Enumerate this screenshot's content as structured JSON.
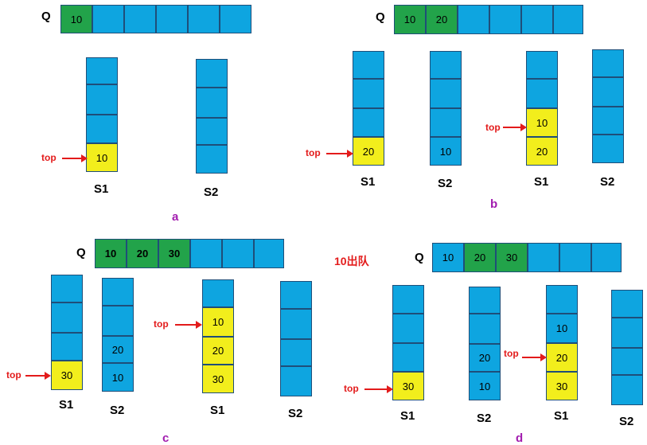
{
  "labels": {
    "queue": "Q",
    "stack1": "S1",
    "stack2": "S2",
    "top": "top",
    "dequeue_note": "10出队"
  },
  "panels": [
    {
      "caption": "a",
      "queue": [
        "10",
        "",
        "",
        "",
        "",
        ""
      ],
      "queue_colors": [
        "green",
        "blue",
        "blue",
        "blue",
        "blue",
        "blue"
      ],
      "stacks": [
        {
          "name": "S1",
          "cells": [
            "",
            "",
            "",
            "10"
          ],
          "colors": [
            "blue",
            "blue",
            "blue",
            "yellow"
          ],
          "top_index": 3
        },
        {
          "name": "S2",
          "cells": [
            "",
            "",
            "",
            ""
          ],
          "colors": [
            "blue",
            "blue",
            "blue",
            "blue"
          ],
          "top_index": null
        }
      ]
    },
    {
      "caption": "b",
      "queue": [
        "10",
        "20",
        "",
        "",
        "",
        ""
      ],
      "queue_colors": [
        "green",
        "green",
        "blue",
        "blue",
        "blue",
        "blue"
      ],
      "stacks": [
        {
          "name": "S1",
          "cells": [
            "",
            "",
            "",
            "20"
          ],
          "colors": [
            "blue",
            "blue",
            "blue",
            "yellow"
          ],
          "top_index": 3
        },
        {
          "name": "S2",
          "cells": [
            "",
            "",
            "",
            "10"
          ],
          "colors": [
            "blue",
            "blue",
            "blue",
            "blue"
          ],
          "top_index": null
        },
        {
          "name": "S1",
          "cells": [
            "",
            "",
            "10",
            "20"
          ],
          "colors": [
            "blue",
            "blue",
            "yellow",
            "yellow"
          ],
          "top_index": 2
        },
        {
          "name": "S2",
          "cells": [
            "",
            "",
            "",
            ""
          ],
          "colors": [
            "blue",
            "blue",
            "blue",
            "blue"
          ],
          "top_index": null
        }
      ]
    },
    {
      "caption": "c",
      "queue": [
        "10",
        "20",
        "30",
        "",
        "",
        ""
      ],
      "queue_colors": [
        "green",
        "green",
        "green",
        "blue",
        "blue",
        "blue"
      ],
      "stacks": [
        {
          "name": "S1",
          "cells": [
            "",
            "",
            "",
            "30"
          ],
          "colors": [
            "blue",
            "blue",
            "blue",
            "yellow"
          ],
          "top_index": 3
        },
        {
          "name": "S2",
          "cells": [
            "",
            "",
            "20",
            "10"
          ],
          "colors": [
            "blue",
            "blue",
            "blue",
            "blue"
          ],
          "top_index": null
        },
        {
          "name": "S1",
          "cells": [
            "",
            "10",
            "20",
            "30"
          ],
          "colors": [
            "blue",
            "yellow",
            "yellow",
            "yellow"
          ],
          "top_index": 1
        },
        {
          "name": "S2",
          "cells": [
            "",
            "",
            "",
            ""
          ],
          "colors": [
            "blue",
            "blue",
            "blue",
            "blue"
          ],
          "top_index": null
        }
      ]
    },
    {
      "caption": "d",
      "queue": [
        "10",
        "20",
        "30",
        "",
        "",
        ""
      ],
      "queue_colors": [
        "blue",
        "green",
        "green",
        "blue",
        "blue",
        "blue"
      ],
      "stacks": [
        {
          "name": "S1",
          "cells": [
            "",
            "",
            "",
            "30"
          ],
          "colors": [
            "blue",
            "blue",
            "blue",
            "yellow"
          ],
          "top_index": 3
        },
        {
          "name": "S2",
          "cells": [
            "",
            "",
            "20",
            "10"
          ],
          "colors": [
            "blue",
            "blue",
            "blue",
            "blue"
          ],
          "top_index": null
        },
        {
          "name": "S1",
          "cells": [
            "",
            "10",
            "20",
            "30"
          ],
          "colors": [
            "blue",
            "blue",
            "yellow",
            "yellow"
          ],
          "top_index": 2
        },
        {
          "name": "S2",
          "cells": [
            "",
            "",
            "",
            ""
          ],
          "colors": [
            "blue",
            "blue",
            "blue",
            "blue"
          ],
          "top_index": null
        }
      ]
    }
  ]
}
